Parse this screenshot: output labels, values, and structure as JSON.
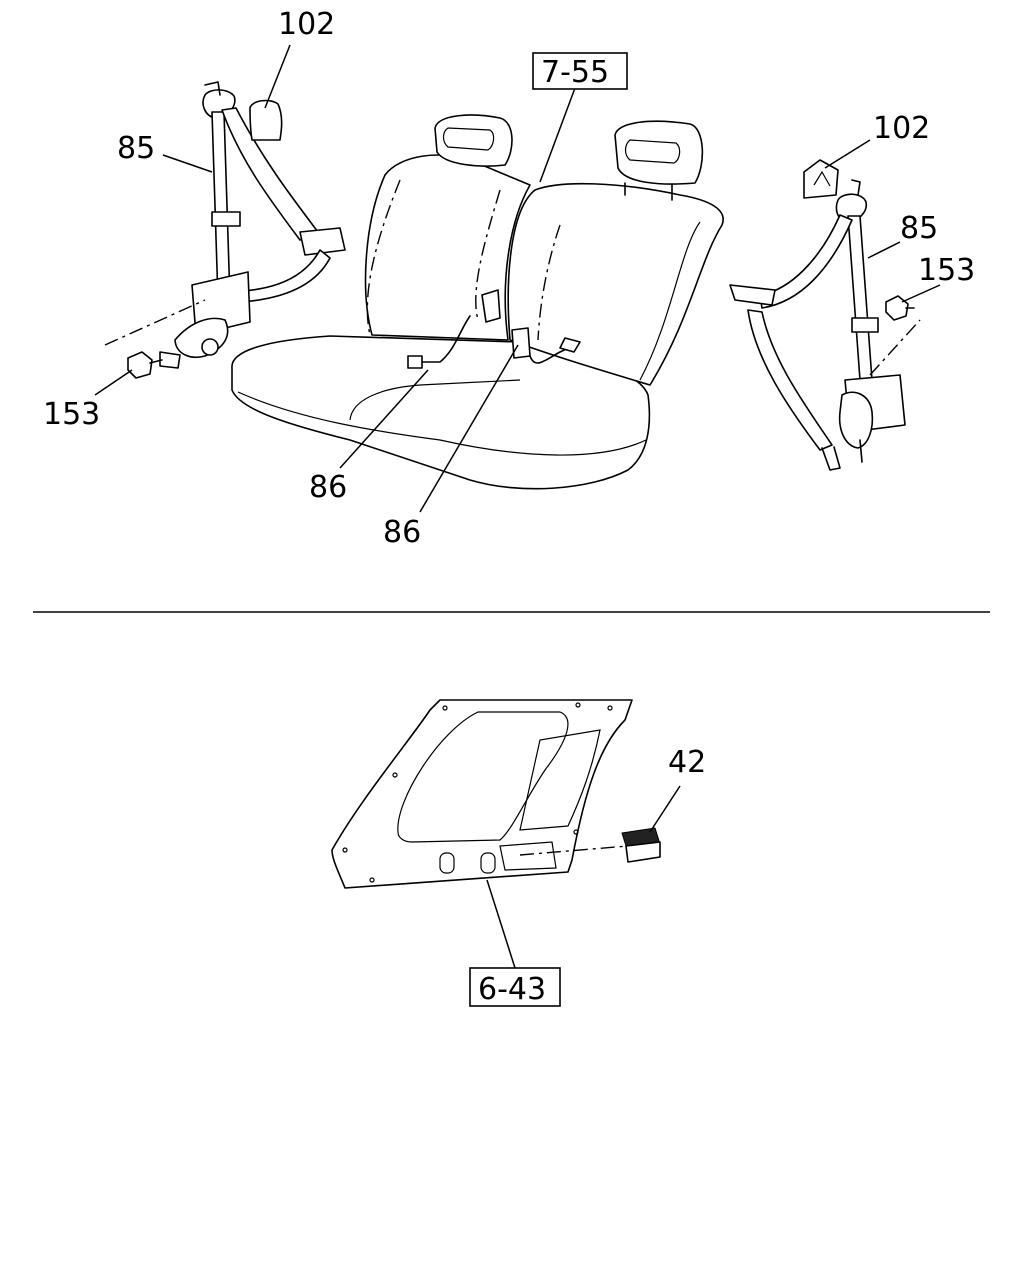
{
  "callouts": {
    "c102_left": "102",
    "c102_right": "102",
    "c85_left": "85",
    "c85_right": "85",
    "c153_left": "153",
    "c153_right": "153",
    "c86_a": "86",
    "c86_b": "86",
    "c42": "42"
  },
  "references": {
    "seat_ref": "7-55",
    "trim_ref": "6-43"
  }
}
